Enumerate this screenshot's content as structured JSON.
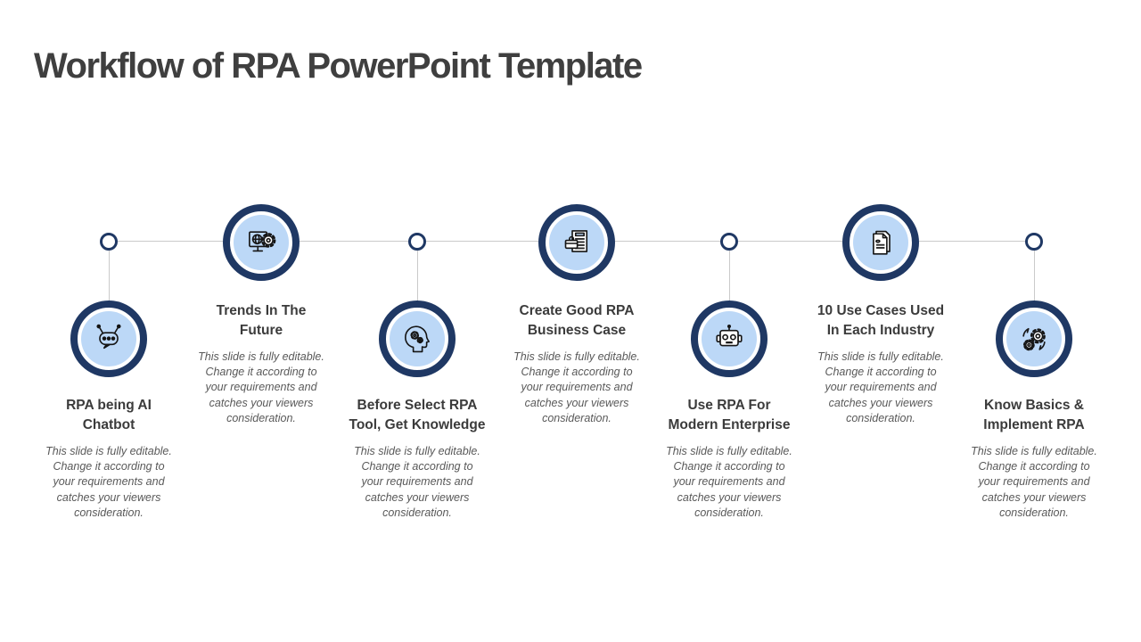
{
  "slide": {
    "title": "Workflow of RPA PowerPoint Template"
  },
  "colors": {
    "navy_ring": "#1F3864",
    "light_blue_fill": "#BCD8F7",
    "connector_gray": "#CACACA",
    "title_text": "#3F3F3F",
    "heading_text": "#3B3B3B",
    "body_text": "#595959"
  },
  "steps": [
    {
      "title": "RPA being AI\nChatbot",
      "description": "This slide is fully  editable.\nChange it according to\nyour requirements and\ncatches your viewers\nconsideration.",
      "icon": "chatbot-icon",
      "position": "bottom"
    },
    {
      "title": "Trends In The\nFuture",
      "description": "This slide is fully  editable.\nChange it according to\nyour requirements and\ncatches your viewers\nconsideration.",
      "icon": "monitor-globe-gear-icon",
      "position": "top"
    },
    {
      "title": "Before Select RPA\nTool, Get Knowledge",
      "description": "This slide is fully  editable.\nChange it according to\nyour requirements and\ncatches your viewers\nconsideration.",
      "icon": "head-gears-icon",
      "position": "bottom"
    },
    {
      "title": "Create Good RPA\nBusiness Case",
      "description": "This slide is fully  editable.\nChange it according to\nyour requirements and\ncatches your viewers\nconsideration.",
      "icon": "document-briefcase-icon",
      "position": "top"
    },
    {
      "title": "Use RPA For\nModern Enterprise",
      "description": "This slide is fully  editable.\nChange it according to\nyour requirements and\ncatches your viewers\nconsideration.",
      "icon": "robot-head-icon",
      "position": "bottom"
    },
    {
      "title": "10 Use Cases Used\nIn Each Industry",
      "description": "This slide is fully  editable.\nChange it according to\nyour requirements and\ncatches your viewers\nconsideration.",
      "icon": "documents-icon",
      "position": "top"
    },
    {
      "title": "Know Basics &\nImplement RPA",
      "description": "This slide is fully  editable.\nChange it according to\nyour requirements and\ncatches your viewers\nconsideration.",
      "icon": "gears-sync-icon",
      "position": "bottom"
    }
  ]
}
